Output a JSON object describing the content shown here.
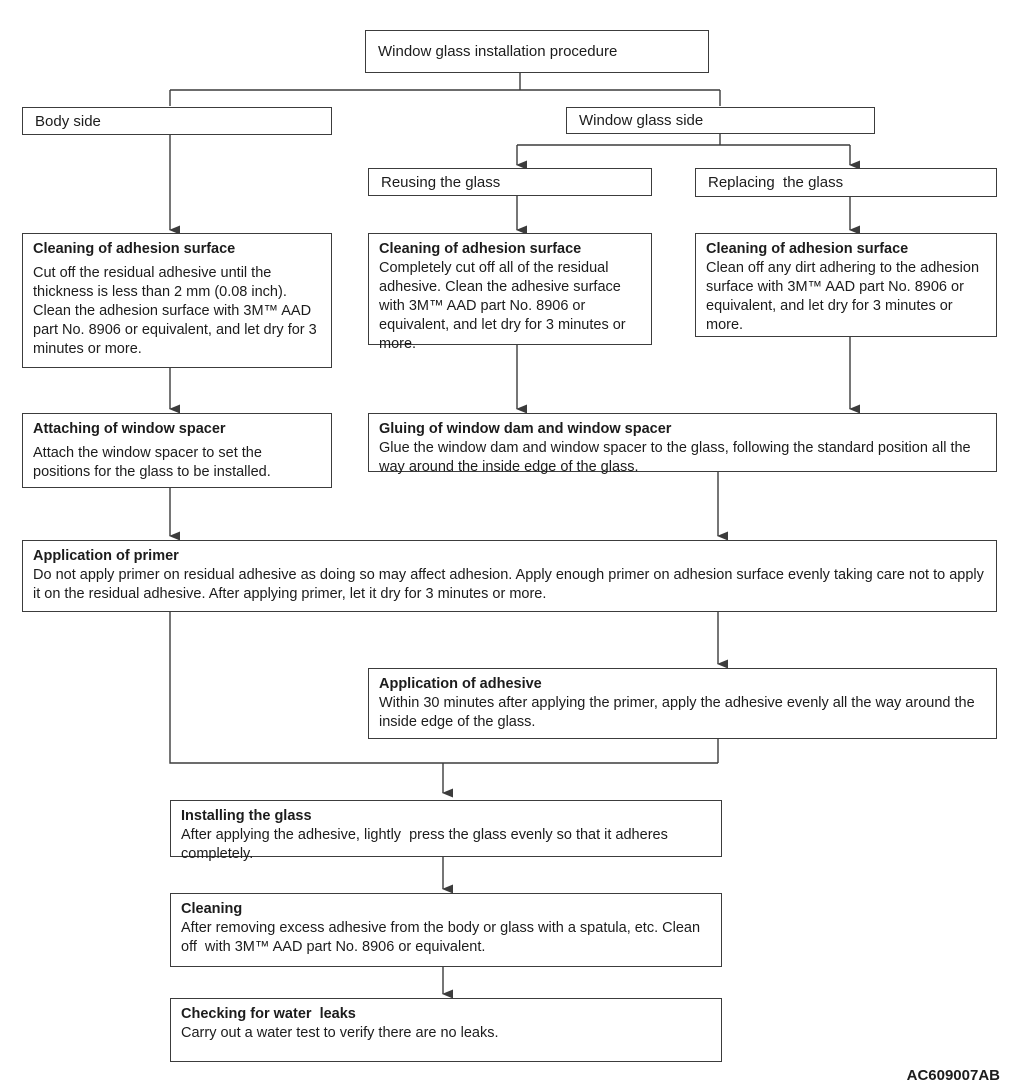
{
  "diagram": {
    "nodes": {
      "root": {
        "label": "Window glass installation procedure"
      },
      "body_side": {
        "label": "Body side"
      },
      "glass_side": {
        "label": "Window glass side"
      },
      "reusing": {
        "label": "Reusing the glass"
      },
      "replacing": {
        "label": "Replacing  the glass"
      },
      "clean_body": {
        "title": "Cleaning of adhesion surface",
        "body": "Cut off the residual adhesive until the thickness is less than 2 mm (0.08 inch). Clean the adhesion surface with 3M™ AAD part No. 8906 or equivalent, and let dry for 3 minutes or more."
      },
      "clean_reuse": {
        "title": "Cleaning of adhesion surface",
        "body": "Completely cut off all of the residual adhesive. Clean the adhesive surface with 3M™ AAD part No. 8906 or equivalent, and let dry for 3 minutes or more."
      },
      "clean_replace": {
        "title": "Cleaning of adhesion surface",
        "body": "Clean off any dirt adhering to the adhesion surface with 3M™ AAD part No. 8906 or equivalent, and let dry for 3 minutes or more."
      },
      "attach_spacer": {
        "title": "Attaching of window spacer",
        "body": "Attach the window spacer to set the positions for the glass to be installed."
      },
      "gluing": {
        "title": "Gluing of window dam and window spacer",
        "body": "Glue the window dam and window spacer to the glass, following the standard position all the way around the inside edge of the glass."
      },
      "primer": {
        "title": "Application of primer",
        "body": "Do not apply primer on residual adhesive as doing so may affect adhesion. Apply enough primer on adhesion surface evenly taking care not to apply it on the residual adhesive. After applying primer, let it dry for 3 minutes or more."
      },
      "adhesive": {
        "title": "Application of adhesive",
        "body": "Within 30 minutes after applying the primer, apply the adhesive evenly all the way around the inside edge of the glass."
      },
      "installing": {
        "title": "Installing the glass",
        "body": "After applying the adhesive, lightly  press the glass evenly so that it adheres completely."
      },
      "cleaning": {
        "title": "Cleaning",
        "body": "After removing excess adhesive from the body or glass with a spatula, etc. Clean off  with 3M™ AAD part No. 8906 or equivalent."
      },
      "water_leaks": {
        "title": "Checking for water  leaks",
        "body": "Carry out a water test to verify there are no leaks."
      }
    },
    "footer": {
      "code": "AC609007AB"
    },
    "colors": {
      "line": "#3c3c3c",
      "text": "#1c1c1c",
      "background": "#ffffff"
    }
  }
}
